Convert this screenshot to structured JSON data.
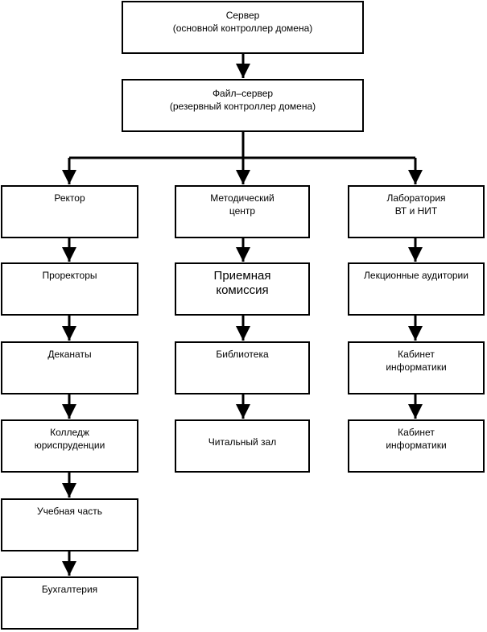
{
  "nodes": {
    "server": "Сервер\n(основной контроллер домена)",
    "fileserver": "Файл–сервер\n(резервный контроллер домена)",
    "rector": "Ректор",
    "prorectors": "Проректоры",
    "deanery": "Деканаты",
    "college": "Колледж\nюриспруденции",
    "study": "Учебная часть",
    "accounting": "Бухгалтерия",
    "method": "Методический\nцентр",
    "admission": "Приемная\nкомиссия",
    "library": "Библиотека",
    "reading": "Читальный зал",
    "lab": "Лаборатория\nВТ и НИТ",
    "lecture": "Лекционные аудитории",
    "cab1": "Кабинет\nинформатики",
    "cab2": "Кабинет\nинформатики"
  }
}
